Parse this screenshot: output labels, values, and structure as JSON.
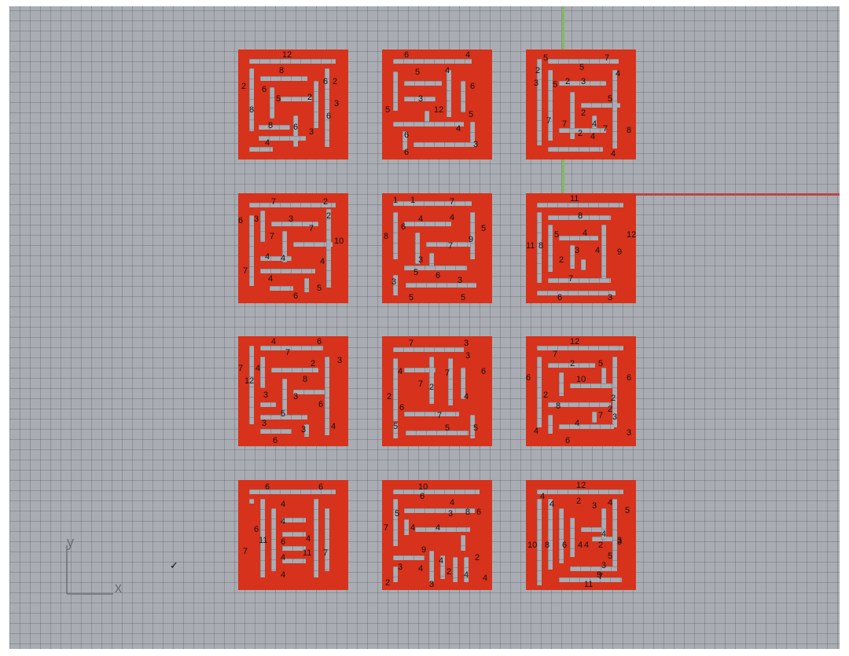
{
  "viewport": {
    "grid_color": "#a9adb3",
    "x_axis_color": "#b84848",
    "y_axis_color": "#7fbf5a"
  },
  "gizmo": {
    "x_label": "x",
    "y_label": "y"
  },
  "cursor_mark": "✓",
  "tile_color": "#d7321c",
  "tiles": [
    {
      "name": "tile-r1c1",
      "numbers": [
        "12",
        "8",
        "6",
        "2",
        "2",
        "6",
        "5",
        "2",
        "8",
        "3",
        "6",
        "8",
        "6",
        "3",
        "4"
      ]
    },
    {
      "name": "tile-r1c2",
      "numbers": [
        "6",
        "4",
        "5",
        "4",
        "6",
        "5",
        "3",
        "12",
        "5",
        "6",
        "4",
        "3",
        "6"
      ]
    },
    {
      "name": "tile-r1c3",
      "numbers": [
        "5",
        "7",
        "2",
        "5",
        "4",
        "3",
        "5",
        "2",
        "3",
        "5",
        "2",
        "7",
        "7",
        "4",
        "7",
        "2",
        "4",
        "8",
        "4"
      ]
    },
    {
      "name": "tile-r2c1",
      "numbers": [
        "7",
        "2",
        "6",
        "3",
        "3",
        "2",
        "7",
        "7",
        "10",
        "4",
        "4",
        "4",
        "7",
        "4",
        "5",
        "6"
      ]
    },
    {
      "name": "tile-r2c2",
      "numbers": [
        "1",
        "1",
        "7",
        "4",
        "4",
        "6",
        "5",
        "8",
        "9",
        "7",
        "3",
        "5",
        "6",
        "3",
        "3",
        "5",
        "5"
      ]
    },
    {
      "name": "tile-r2c3",
      "numbers": [
        "11",
        "8",
        "5",
        "4",
        "12",
        "11",
        "8",
        "3",
        "4",
        "9",
        "2",
        "7",
        "6",
        "3"
      ]
    },
    {
      "name": "tile-r3c1",
      "numbers": [
        "4",
        "6",
        "7",
        "2",
        "3",
        "7",
        "4",
        "12",
        "8",
        "3",
        "3",
        "6",
        "5",
        "3",
        "3",
        "4",
        "6"
      ]
    },
    {
      "name": "tile-r3c2",
      "numbers": [
        "7",
        "3",
        "3",
        "4",
        "7",
        "6",
        "7",
        "2",
        "2",
        "4",
        "6",
        "7",
        "5",
        "5",
        "5"
      ]
    },
    {
      "name": "tile-r3c3",
      "numbers": [
        "12",
        "7",
        "2",
        "5",
        "6",
        "10",
        "6",
        "2",
        "2",
        "8",
        "2",
        "7",
        "3",
        "4",
        "4",
        "3",
        "6"
      ]
    },
    {
      "name": "tile-r4c1",
      "numbers": [
        "6",
        "6",
        "4",
        "4",
        "6",
        "6",
        "11",
        "4",
        "11",
        "7",
        "7",
        "4",
        "4"
      ]
    },
    {
      "name": "tile-r4c2",
      "numbers": [
        "10",
        "6",
        "4",
        "5",
        "3",
        "8",
        "6",
        "7",
        "4",
        "4",
        "9",
        "2",
        "4",
        "3",
        "4",
        "2",
        "4",
        "2",
        "3",
        "4"
      ]
    },
    {
      "name": "tile-r4c3",
      "numbers": [
        "12",
        "4",
        "4",
        "2",
        "3",
        "4",
        "5",
        "4",
        "4",
        "3",
        "10",
        "8",
        "6",
        "4",
        "2",
        "3",
        "5",
        "3",
        "7",
        "9",
        "11"
      ]
    }
  ]
}
